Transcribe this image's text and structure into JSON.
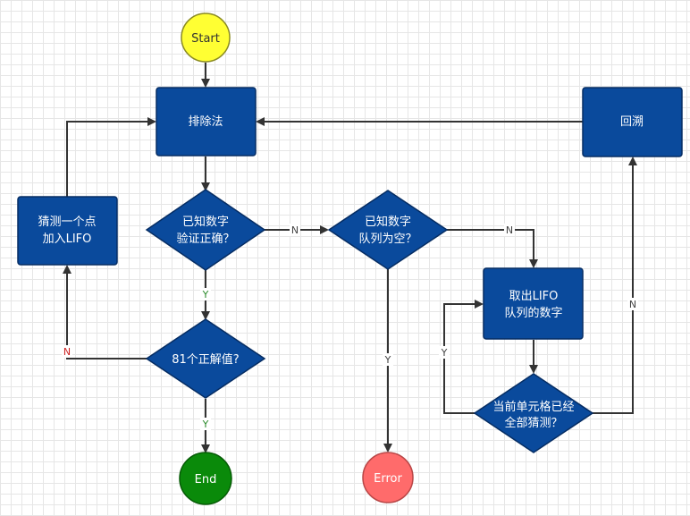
{
  "nodes": {
    "start": "Start",
    "elimination": "排除法",
    "backtrack": "回溯",
    "guess_line1": "猜测一个点",
    "guess_line2": "加入LIFO",
    "verify_line1": "已知数字",
    "verify_line2": "验证正确？",
    "queue_empty_line1": "已知数字",
    "queue_empty_line2": "队列为空？",
    "pop_line1": "取出LIFO",
    "pop_line2": "队列的数字",
    "solutions": "81个正解值?",
    "cell_done_line1": "当前单元格已经",
    "cell_done_line2": "全部猜测？",
    "end": "End",
    "error": "Error"
  },
  "edges": {
    "verify_no": "N",
    "verify_yes": "Y",
    "queue_empty_no": "N",
    "queue_empty_yes": "Y",
    "solutions_no": "N",
    "solutions_yes": "Y",
    "cell_done_yes": "Y",
    "cell_done_no": "N"
  },
  "colors": {
    "process_fill": "#0a4a9c",
    "process_stroke": "#062d63",
    "start_fill": "#ffff33",
    "end_fill": "#0a8a0a",
    "error_fill": "#ff6b6b",
    "line": "#333333",
    "label_green": "#2a8a2a",
    "label_red": "#cc2222",
    "label_dark": "#444444"
  }
}
